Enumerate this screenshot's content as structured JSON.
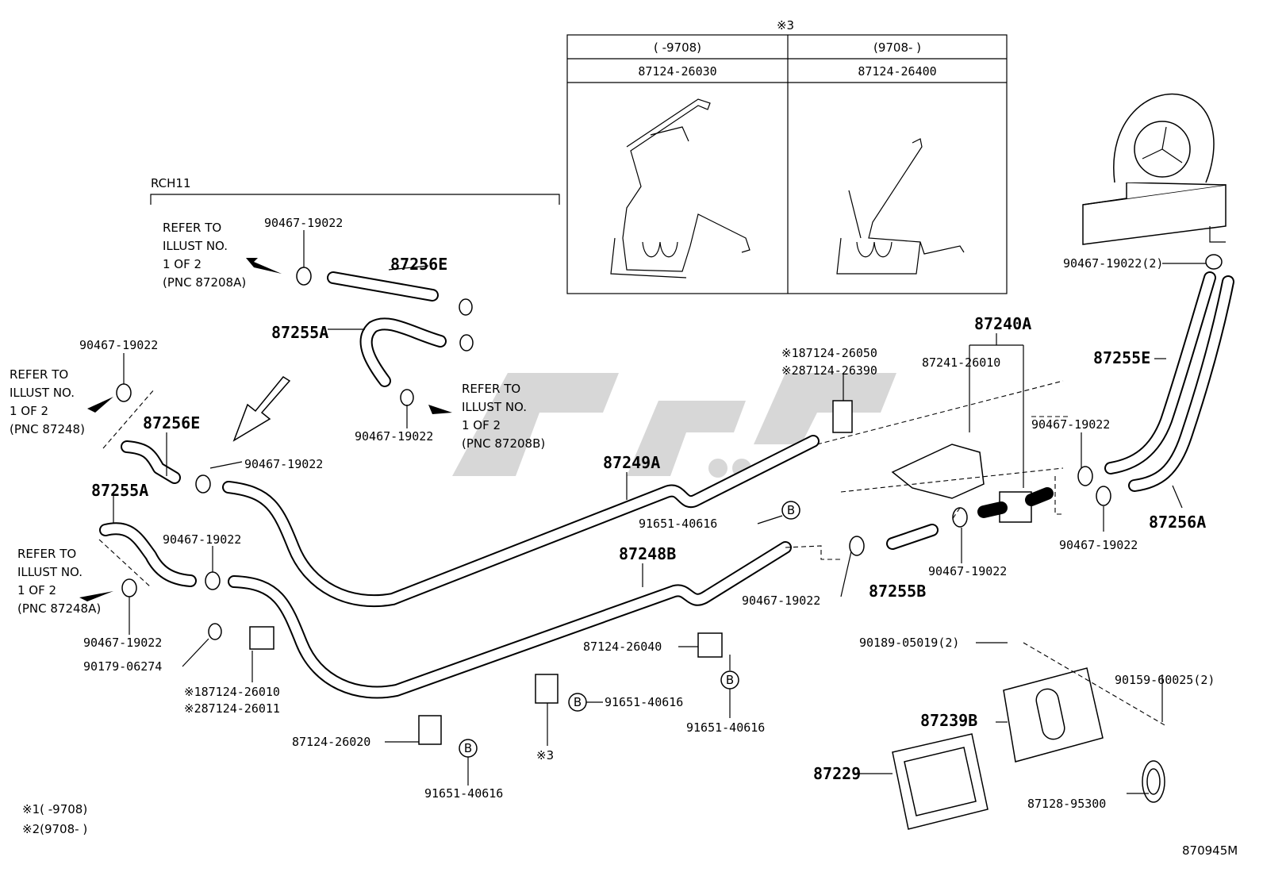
{
  "inset": {
    "note_mark": "※3",
    "col_left_range": "(     -9708)",
    "col_right_range": "(9708-     )",
    "col_left_part": "87124-26030",
    "col_right_part": "87124-26400"
  },
  "group_label": "RCH11",
  "refers": {
    "r1": [
      "REFER TO",
      "ILLUST NO.",
      "1 OF 2",
      "(PNC 87208A)"
    ],
    "r2": [
      "REFER TO",
      "ILLUST NO.",
      "1 OF 2",
      "(PNC 87248)"
    ],
    "r3": [
      "REFER TO",
      "ILLUST NO.",
      "1 OF 2",
      "(PNC 87208B)"
    ],
    "r4": [
      "REFER TO",
      "ILLUST NO.",
      "1 OF 2",
      "(PNC 87248A)"
    ]
  },
  "labels": {
    "p_90467_a": "90467-19022",
    "p_87256E_a": "87256E",
    "p_87255A_a": "87255A",
    "p_90467_b": "90467-19022",
    "p_90467_c": "90467-19022",
    "p_87256E_b": "87256E",
    "p_90467_d": "90467-19022",
    "p_87255A_b": "87255A",
    "p_90467_e": "90467-19022",
    "p_90467_f": "90467-19022",
    "p_90179": "90179-06274",
    "p_87124_26010": "※187124-26010",
    "p_87124_26011": "※287124-26011",
    "p_87124_26020": "87124-26020",
    "p_91651_a": "91651-40616",
    "p_91651_b": "91651-40616",
    "p_mark3": "※3",
    "p_87124_26040": "87124-26040",
    "p_91651_c": "91651-40616",
    "p_87249A": "87249A",
    "p_87248B": "87248B",
    "p_91651_d": "91651-40616",
    "p_87124_26050": "※187124-26050",
    "p_87124_26390": "※287124-26390",
    "p_87240A": "87240A",
    "p_87241": "87241-26010",
    "p_90467_g": "90467-19022",
    "p_87255B": "87255B",
    "p_90467_h": "90467-19022",
    "p_90467_i": "90467-19022",
    "p_90467_j": "90467-19022",
    "p_90467_k": "90467-19022(2)",
    "p_87255E": "87255E",
    "p_87256A": "87256A",
    "p_90189": "90189-05019(2)",
    "p_90159": "90159-60025(2)",
    "p_87239B": "87239B",
    "p_87229": "87229",
    "p_87128": "87128-95300"
  },
  "footnotes": {
    "f1": "※1(     -9708)",
    "f2": "※2(9708-     )"
  },
  "figure_id": "870945M",
  "bolt_mark": "B"
}
